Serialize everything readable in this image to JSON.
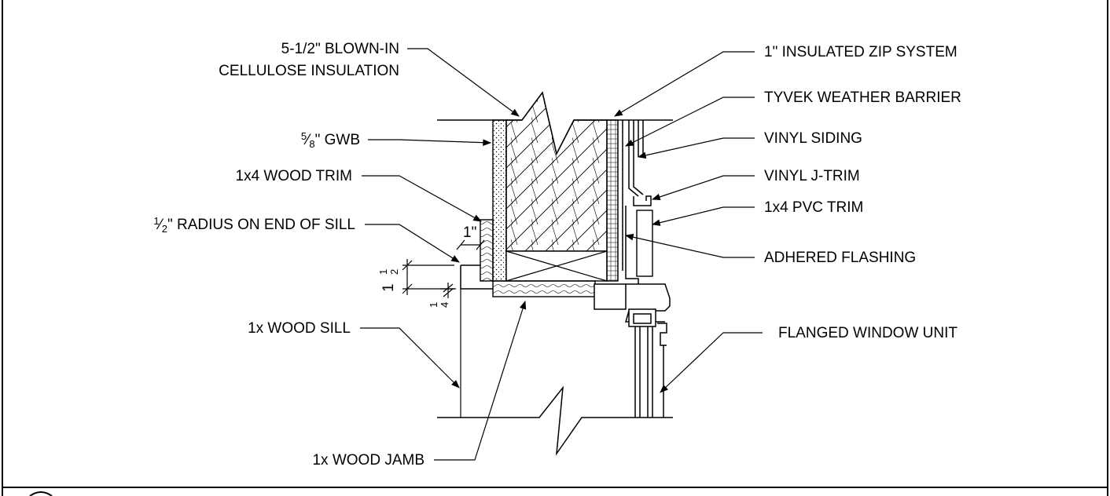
{
  "labels": {
    "insulation_line1": "5-1/2\" BLOWN-IN",
    "insulation_line2": "CELLULOSE INSULATION",
    "zip_system": "1\" INSULATED ZIP SYSTEM",
    "tyvek": "TYVEK WEATHER BARRIER",
    "gwb_num": "5",
    "gwb_den": "8",
    "gwb_suffix": "\" GWB",
    "vinyl_siding": "VINYL SIDING",
    "wood_trim": "1x4 WOOD TRIM",
    "vinyl_jtrim": "VINYL J-TRIM",
    "pvc_trim": "1x4 PVC TRIM",
    "radius_num": "1",
    "radius_den": "2",
    "radius_suffix": "\" RADIUS ON END OF SILL",
    "adhered_flashing": "ADHERED FLASHING",
    "wood_sill": "1x WOOD SILL",
    "window_unit": "FLANGED WINDOW UNIT",
    "wood_jamb": "1x WOOD JAMB"
  },
  "dimensions": {
    "sill_overhang": "1\"",
    "sill_height_whole": "1",
    "sill_height_num": "1",
    "sill_height_den": "2",
    "sill_gap_num": "1",
    "sill_gap_den": "4"
  },
  "colors": {
    "line": "#000000",
    "background": "#ffffff"
  }
}
